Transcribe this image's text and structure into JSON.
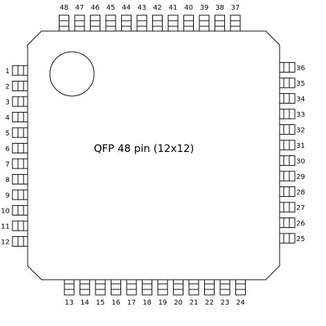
{
  "chip": {
    "label": "QFP 48 pin (12x12)",
    "outline_color": "#000000",
    "background_color": "#ffffff"
  },
  "pins": {
    "left": [
      "1",
      "2",
      "3",
      "4",
      "5",
      "6",
      "7",
      "8",
      "9",
      "10",
      "11",
      "12"
    ],
    "bottom": [
      "13",
      "14",
      "15",
      "16",
      "17",
      "18",
      "19",
      "20",
      "21",
      "22",
      "23",
      "24"
    ],
    "right": [
      "25",
      "26",
      "27",
      "28",
      "29",
      "30",
      "31",
      "32",
      "33",
      "34",
      "35",
      "36"
    ],
    "top": [
      "37",
      "38",
      "39",
      "40",
      "41",
      "42",
      "43",
      "44",
      "45",
      "46",
      "47",
      "48"
    ]
  }
}
